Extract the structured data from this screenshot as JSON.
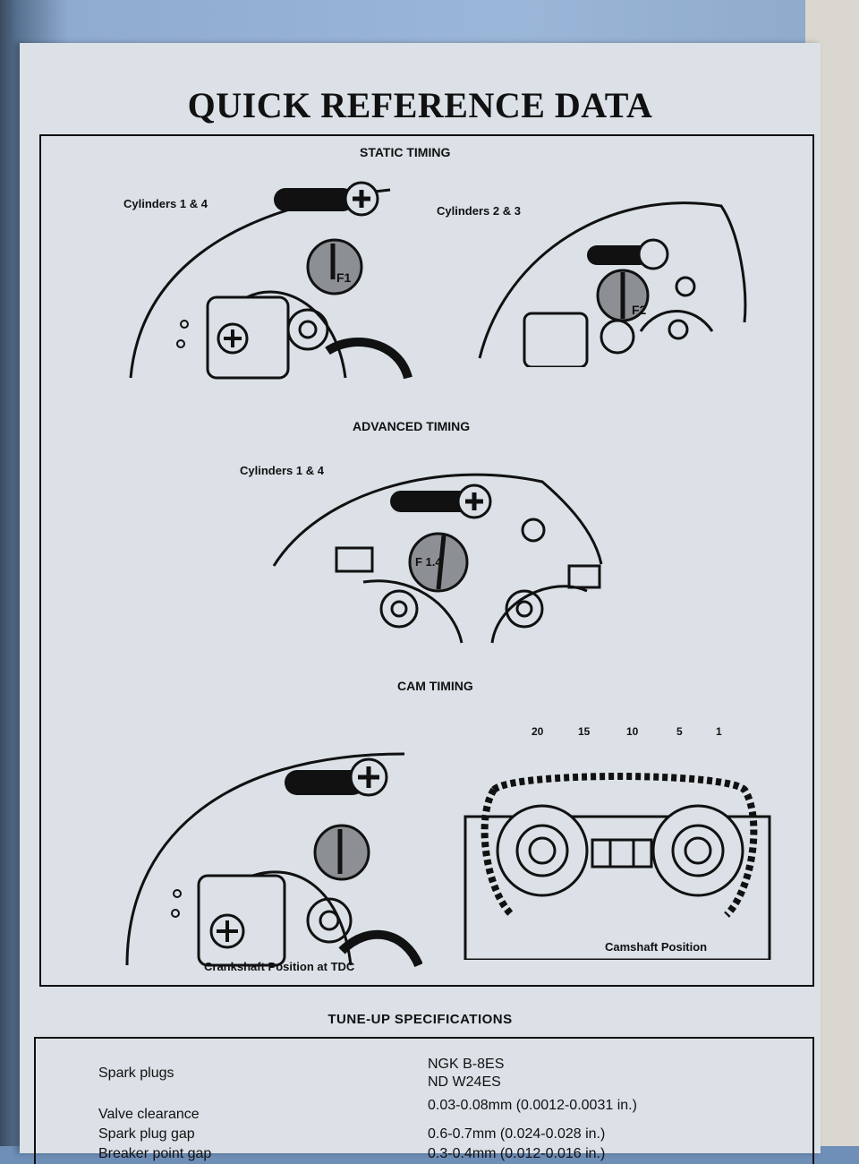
{
  "title": "QUICK REFERENCE DATA",
  "sections": {
    "static_timing": {
      "heading": "STATIC TIMING",
      "label_left": "Cylinders 1 & 4",
      "label_right": "Cylinders 2 & 3",
      "mark_left": "F1",
      "mark_right": "F2"
    },
    "advanced_timing": {
      "heading": "ADVANCED TIMING",
      "label": "Cylinders 1 & 4",
      "mark": "F 1.4"
    },
    "cam_timing": {
      "heading": "CAM TIMING",
      "caption_left": "Crankshaft Position at TDC",
      "caption_right": "Camshaft Position",
      "chain_numbers": [
        "20",
        "15",
        "10",
        "5",
        "1"
      ]
    }
  },
  "tuneup": {
    "heading": "TUNE-UP  SPECIFICATIONS",
    "rows": [
      {
        "name": "Spark plugs",
        "value": "NGK B-8ES"
      },
      {
        "name": "",
        "value": "ND  W24ES"
      },
      {
        "name": "Valve clearance",
        "value": "0.03-0.08mm (0.0012-0.0031 in.)"
      },
      {
        "name": "Spark plug gap",
        "value": "0.6-0.7mm (0.024-0.028 in.)"
      },
      {
        "name": "Breaker point gap",
        "value": "0.3-0.4mm (0.012-0.016 in.)"
      }
    ]
  }
}
